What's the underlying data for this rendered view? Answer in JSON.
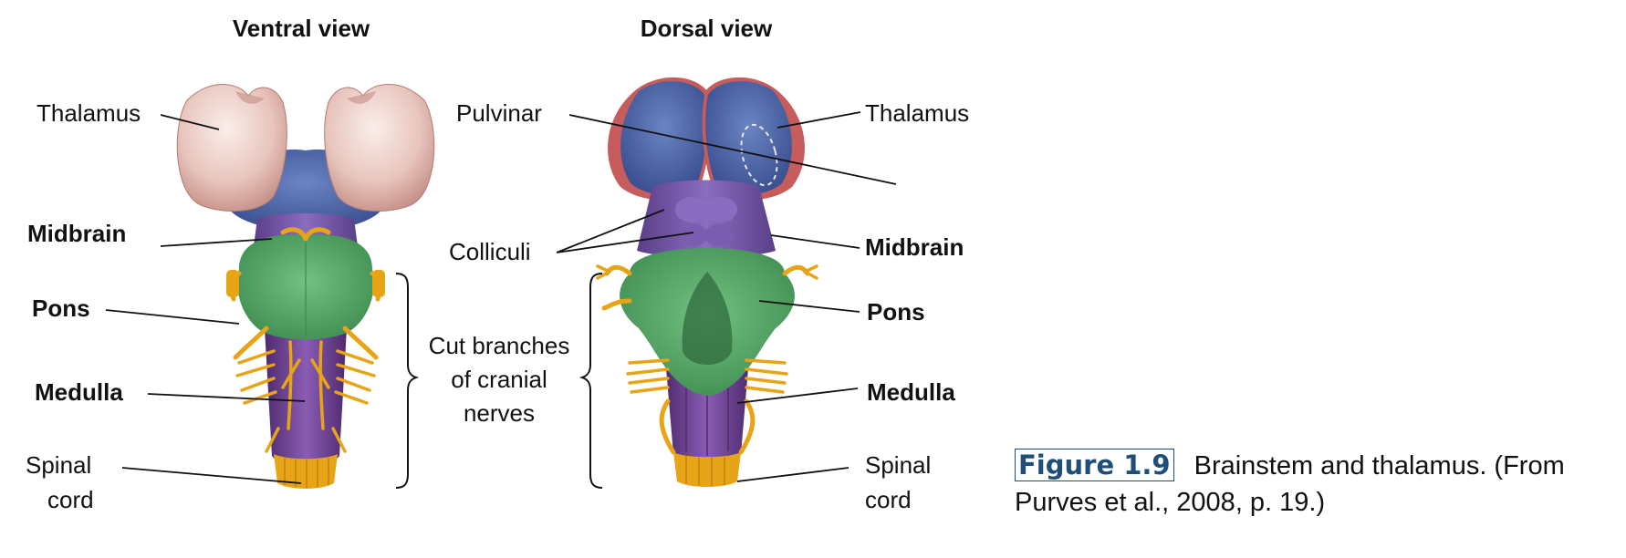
{
  "views": {
    "ventral": "Ventral view",
    "dorsal": "Dorsal view"
  },
  "labels": {
    "ventral_thalamus": "Thalamus",
    "ventral_midbrain": "Midbrain",
    "ventral_pons": "Pons",
    "ventral_medulla": "Medulla",
    "ventral_spinal": [
      "Spinal",
      "cord"
    ],
    "cut_branches": [
      "Cut branches",
      "of cranial",
      "nerves"
    ],
    "dorsal_pulvinar": "Pulvinar",
    "dorsal_thalamus": "Thalamus",
    "dorsal_colliculi": "Colliculi",
    "dorsal_midbrain": "Midbrain",
    "dorsal_pons": "Pons",
    "dorsal_medulla": "Medulla",
    "dorsal_spinal": [
      "Spinal",
      "cord"
    ]
  },
  "caption": {
    "figure_number": "Figure 1.9",
    "text_line1": "Brainstem and thalamus. (From",
    "text_line2": "Purves et al., 2008, p. 19.)"
  },
  "colors": {
    "thalamus_pink": "#e8c5bd",
    "thalamus_blue": "#4a64a5",
    "midbrain_purple": "#6b4a94",
    "pons_green": "#4a9d5c",
    "medulla_purple": "#6b3d8c",
    "nerve_orange": "#e8a417",
    "caption_blue": "#1f4e79"
  }
}
